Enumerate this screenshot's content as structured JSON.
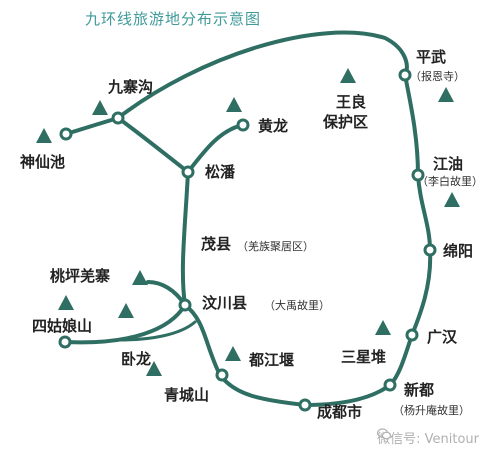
{
  "title": "九环线旅游地分布示意图",
  "places": {
    "jiuzhaigou": "九寨沟",
    "shenxianchi": "神仙池",
    "huanglong": "黄龙",
    "songpan": "松潘",
    "wangliang": "王良",
    "baohuqu": "保护区",
    "pingwu": "平武",
    "baoensi": "（报恩寺）",
    "jiangyou": "江油",
    "libaiguli": "（李白故里）",
    "mianyang": "绵阳",
    "maoxian": "茂县",
    "qiangzu": "（羌族聚居区）",
    "taoping": "桃坪羌寨",
    "wenchuan": "汶川县",
    "dayuguli": "（大禹故里）",
    "siguniang": "四姑娘山",
    "wolong": "卧龙",
    "dujiangyan": "都江堰",
    "guanghan": "广汉",
    "sanxingdui": "三星堆",
    "qingchengshan": "青城山",
    "xindu": "新都",
    "yangshengan": "（杨升庵故里）",
    "chengdu": "成都市"
  },
  "watermark": "微信号: Venitour",
  "colors": {
    "route": "#2f6e62",
    "mountain": "#2f6e62",
    "title": "#3f9a98"
  }
}
